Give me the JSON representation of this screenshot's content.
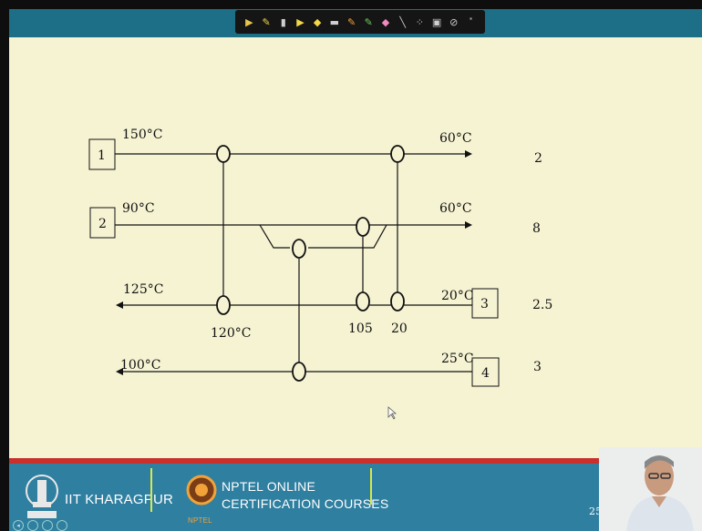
{
  "toolbar": {
    "tools": [
      {
        "name": "pointer-tool-icon",
        "glyph": "▶",
        "color": "#e8c54a"
      },
      {
        "name": "pen-tool-icon",
        "glyph": "✎",
        "color": "#f2d84a"
      },
      {
        "name": "highlighter-tool-icon",
        "glyph": "▮",
        "color": "#cfcfcf"
      },
      {
        "name": "pen-tool-2-icon",
        "glyph": "▶",
        "color": "#f2d84a"
      },
      {
        "name": "pen-tool-3-icon",
        "glyph": "◆",
        "color": "#f2d84a"
      },
      {
        "name": "eraser-tool-icon",
        "glyph": "▬",
        "color": "#cfcfcf"
      },
      {
        "name": "marker-tool-icon",
        "glyph": "✎",
        "color": "#f2a13a"
      },
      {
        "name": "green-pen-icon",
        "glyph": "✎",
        "color": "#6ccf5a"
      },
      {
        "name": "pink-marker-icon",
        "glyph": "◆",
        "color": "#f08ac0"
      },
      {
        "name": "line-tool-icon",
        "glyph": "╲",
        "color": "#cfcfcf"
      },
      {
        "name": "dots-tool-icon",
        "glyph": "⁘",
        "color": "#dddddd"
      },
      {
        "name": "screen-tool-icon",
        "glyph": "▣",
        "color": "#cfcfcf"
      },
      {
        "name": "clear-tool-icon",
        "glyph": "⊘",
        "color": "#cfcfcf"
      },
      {
        "name": "more-tool-icon",
        "glyph": "˟",
        "color": "#cfcfcf"
      }
    ]
  },
  "diagram": {
    "streams": [
      {
        "id": "1",
        "inlet": "150°C",
        "outlet": "60°C",
        "value": "2"
      },
      {
        "id": "2",
        "inlet": "90°C",
        "outlet": "60°C",
        "value": "8"
      },
      {
        "id": "3",
        "inlet": "20°C",
        "outlet": "125°C",
        "value": "2.5"
      },
      {
        "id": "4",
        "inlet": "25°C",
        "outlet": "100°C",
        "value": "3"
      }
    ],
    "intermediate_temps": {
      "a": "120°C",
      "b": "105",
      "c": "20"
    }
  },
  "footer": {
    "institute": "IIT KHARAGPUR",
    "nptel_line1": "NPTEL ONLINE",
    "nptel_line2": "CERTIFICATION COURSES",
    "nptel_logo_text": "NPTEL",
    "page_number": "25"
  }
}
